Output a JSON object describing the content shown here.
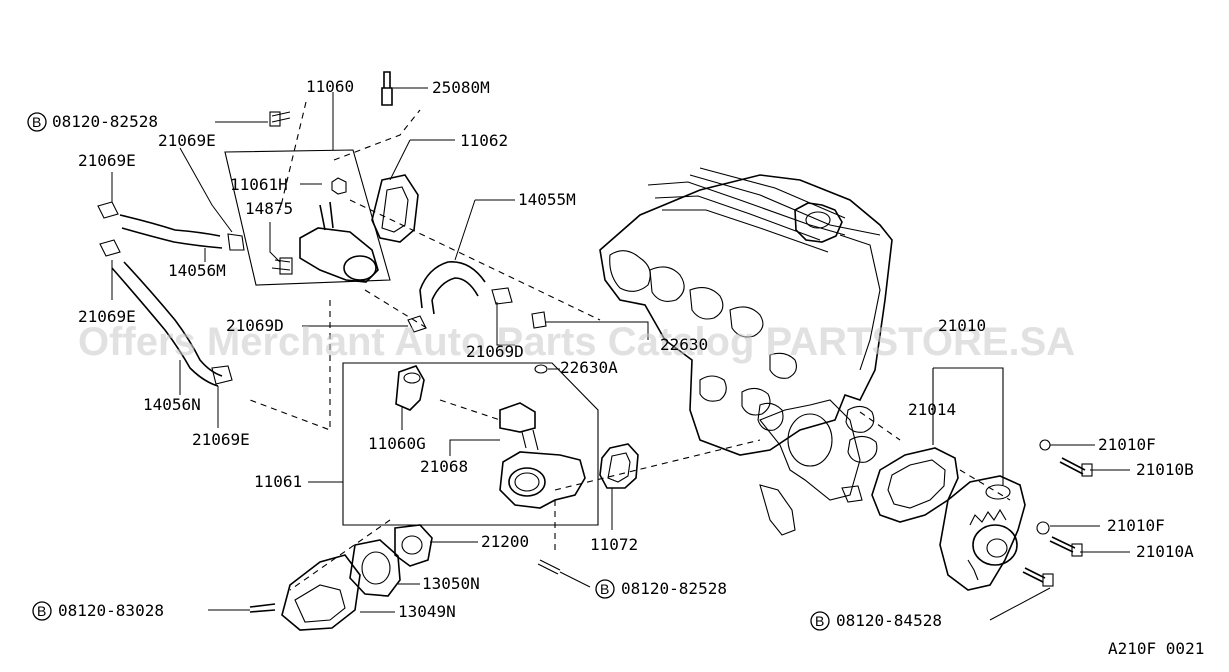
{
  "watermark": "Offers Merchant Auto Parts Catalog PARTSTORE.SA",
  "diagram_code": "A210F 0021",
  "bolt_symbol": "B",
  "labels": {
    "p11060": "11060",
    "p25080M": "25080M",
    "p08120_82528_top": "08120-82528",
    "p21069E_top": "21069E",
    "p11062": "11062",
    "p21069E_left": "21069E",
    "p11061H": "11061H",
    "p14875": "14875",
    "p14055M": "14055M",
    "p14056M": "14056M",
    "p21069E_mid": "21069E",
    "p21069D_left": "21069D",
    "p21069D_right": "21069D",
    "p22630": "22630",
    "p22630A": "22630A",
    "p21010": "21010",
    "p14056N": "14056N",
    "p21014": "21014",
    "p11060G": "11060G",
    "p21069E_bot": "21069E",
    "p21010F_top": "21010F",
    "p21068": "21068",
    "p21010B": "21010B",
    "p11061": "11061",
    "p21010F_bot": "21010F",
    "p21200": "21200",
    "p11072": "11072",
    "p21010A": "21010A",
    "p13050N": "13050N",
    "p08120_82528_bot": "08120-82528",
    "p08120_83028": "08120-83028",
    "p13049N": "13049N",
    "p08120_84528": "08120-84528"
  }
}
